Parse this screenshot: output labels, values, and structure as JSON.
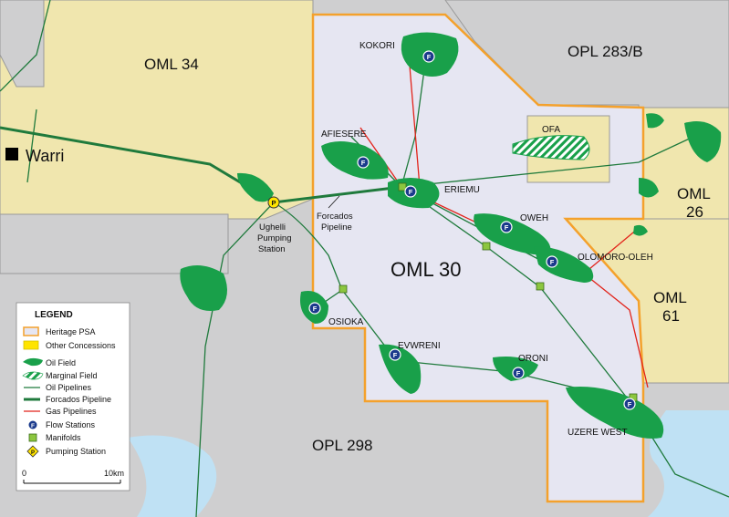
{
  "city": "Warri",
  "blocks": {
    "oml34": "OML 34",
    "opl283b": "OPL 283/B",
    "oml26": [
      "OML",
      "26"
    ],
    "oml61": [
      "OML",
      "61"
    ],
    "oml30": "OML 30",
    "opl298": "OPL 298"
  },
  "fields": {
    "kokori": "KOKORI",
    "afiesere": "AFIESERE",
    "eriemu": "ERIEMU",
    "oweh": "OWEH",
    "olomoro": "OLOMORO-OLEH",
    "ofa": "OFA",
    "osioka": "OSIOKA",
    "evwreni": "EVWRENI",
    "oroni": "ORONI",
    "uzere": "UZERE WEST"
  },
  "annotations": {
    "forcados": [
      "Forcados",
      "Pipeline"
    ],
    "ughelli": [
      "Ughelli",
      "Pumping",
      "Station"
    ]
  },
  "legend": {
    "title": "LEGEND",
    "items": [
      "Heritage PSA",
      "Other Concessions",
      "Oil Field",
      "Marginal Field",
      "Oil Pipelines",
      "Forcados Pipeline",
      "Gas Pipelines",
      "Flow Stations",
      "Manifolds",
      "Pumping Station"
    ]
  },
  "scale": {
    "start": "0",
    "end": "10km"
  },
  "symbols": {
    "flow": "F",
    "pump": "P"
  },
  "colors": {
    "background": "#cfcfd0",
    "concession": "#f0e6ae",
    "psa_fill": "#e6e6f2",
    "psa_border": "#f4a12c",
    "oil_field": "#19a04a",
    "pipeline": "#1f7a3c",
    "gas": "#e2231a",
    "manifold": "#8cc63f",
    "flow_station": "#1b3a8c",
    "water": "#bfe1f4"
  }
}
